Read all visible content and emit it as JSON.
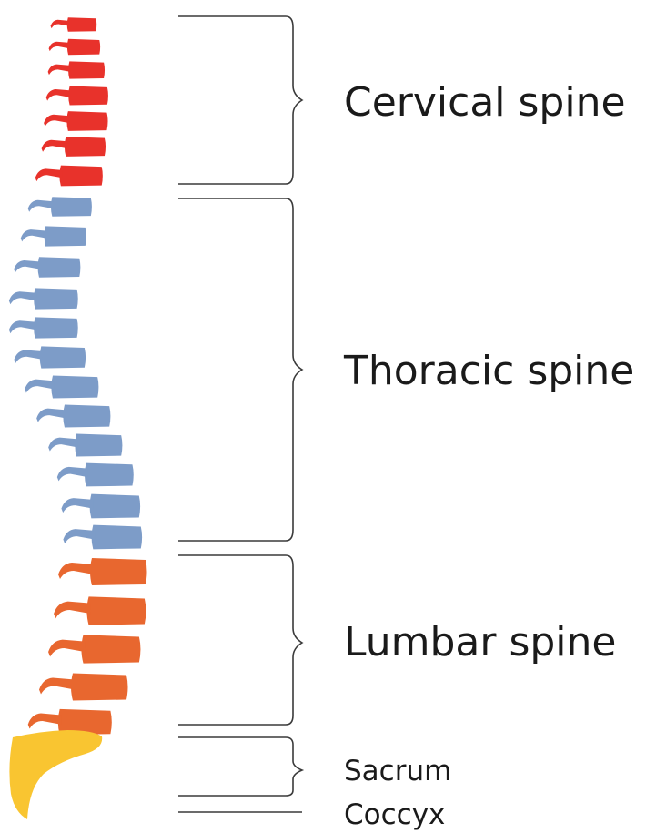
{
  "regions": [
    {
      "key": "cervical",
      "label": "Cervical spine",
      "count": 7,
      "color": "#e8322b"
    },
    {
      "key": "thoracic",
      "label": "Thoracic spine",
      "count": 12,
      "color": "#7d9cc8"
    },
    {
      "key": "lumbar",
      "label": "Lumbar spine",
      "count": 5,
      "color": "#e8672f"
    },
    {
      "key": "sacrum",
      "label": "Sacrum",
      "color": "#f9c531"
    },
    {
      "key": "coccyx",
      "label": "Coccyx"
    }
  ]
}
